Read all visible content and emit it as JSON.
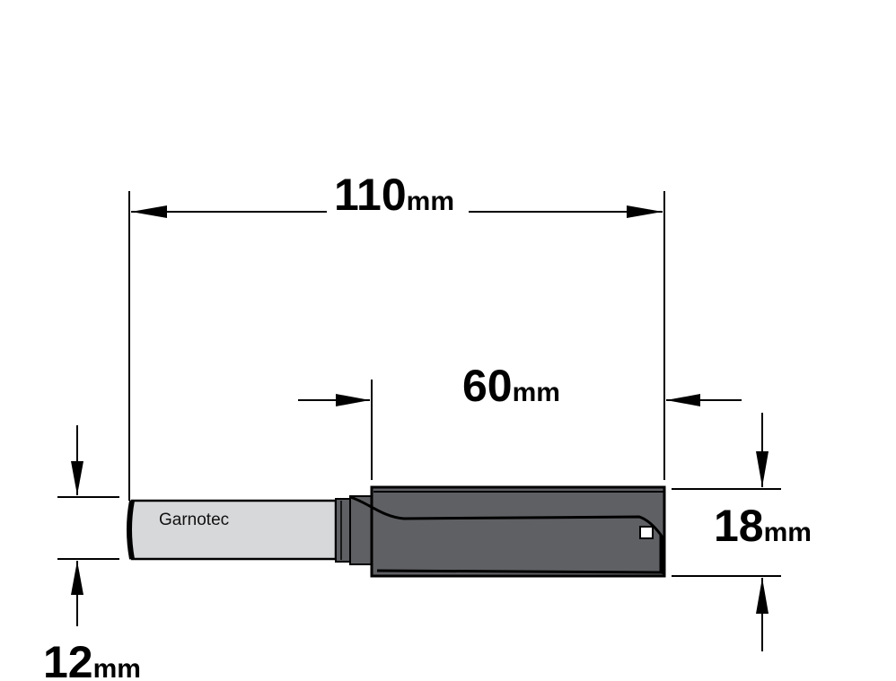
{
  "dimensions": {
    "overall_length": {
      "value": "110",
      "unit": "mm"
    },
    "cutting_length": {
      "value": "60",
      "unit": "mm"
    },
    "cutting_diameter": {
      "value": "18",
      "unit": "mm"
    },
    "shank_diameter": {
      "value": "12",
      "unit": "mm"
    }
  },
  "brand": "Garnotec",
  "colors": {
    "line": "#000000",
    "shank": "#d7d8da",
    "body": "#5f6064",
    "body_dark": "#4a4b4f"
  }
}
